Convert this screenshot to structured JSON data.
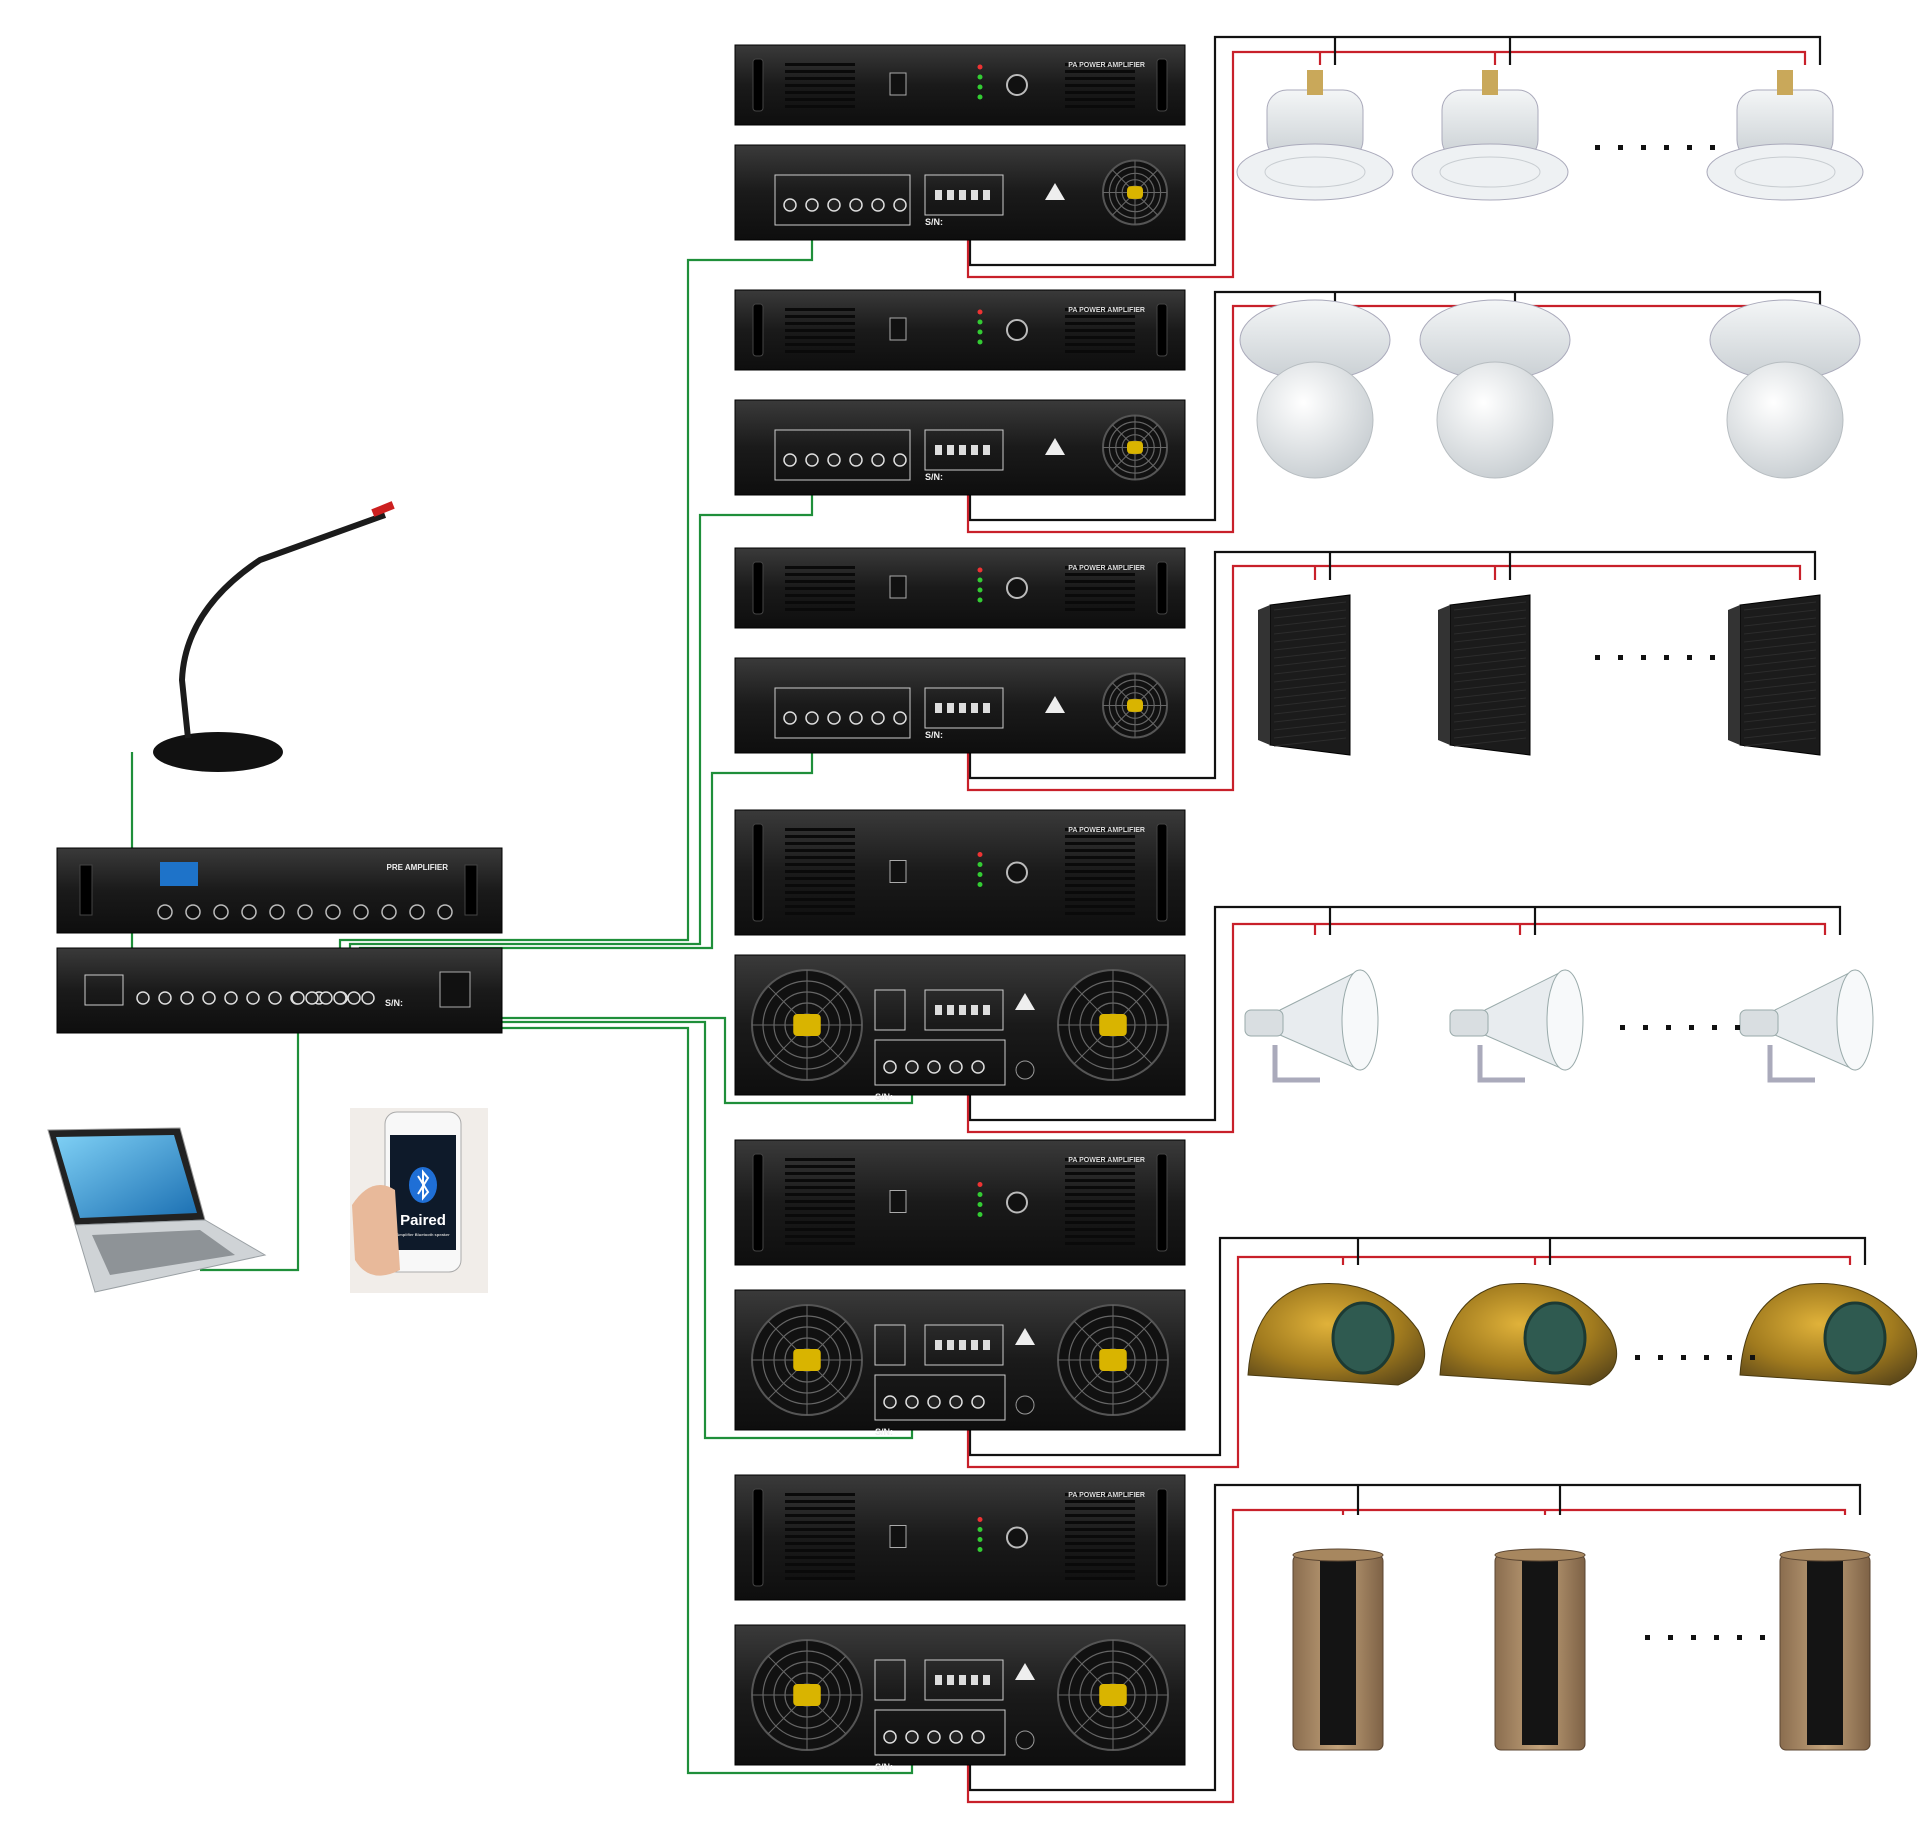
{
  "preamp": {
    "title": "PRE AMPLIFIER",
    "serial_label": "S/N:"
  },
  "phone": {
    "status_text": "Paired",
    "sub_text": "Amplifier Bluetooth speaker"
  },
  "amplifiers": [
    {
      "title": "PA POWER AMPLIFIER",
      "serial_label": "S/N:",
      "model": "2U"
    },
    {
      "title": "PA POWER AMPLIFIER",
      "serial_label": "S/N:",
      "model": "2U"
    },
    {
      "title": "PA POWER AMPLIFIER",
      "serial_label": "S/N:",
      "model": "2U"
    },
    {
      "title": "PA POWER AMPLIFIER",
      "serial_label": "S/N:",
      "model": "3U"
    },
    {
      "title": "PA POWER AMPLIFIER",
      "serial_label": "S/N:",
      "model": "3U"
    },
    {
      "title": "PA POWER AMPLIFIER",
      "serial_label": "S/N:",
      "model": "3U"
    }
  ],
  "speaker_zones": [
    {
      "speaker_type": "ceiling-speaker",
      "count_shown": 3,
      "ellipsis": true
    },
    {
      "speaker_type": "pendant-speaker",
      "count_shown": 3,
      "ellipsis": false
    },
    {
      "speaker_type": "wall-speaker",
      "count_shown": 3,
      "ellipsis": true
    },
    {
      "speaker_type": "horn-speaker",
      "count_shown": 3,
      "ellipsis": true
    },
    {
      "speaker_type": "rock-speaker",
      "count_shown": 3,
      "ellipsis": true
    },
    {
      "speaker_type": "column-speaker",
      "count_shown": 3,
      "ellipsis": true
    }
  ],
  "devices": {
    "microphone": "gooseneck-microphone-icon",
    "laptop": "laptop-icon",
    "phone": "smartphone-bluetooth-icon"
  },
  "colors": {
    "signal_wire": "#1f8f3a",
    "speaker_positive": "#c8202a",
    "speaker_negative": "#111111",
    "chassis": "#1c1c1c"
  }
}
